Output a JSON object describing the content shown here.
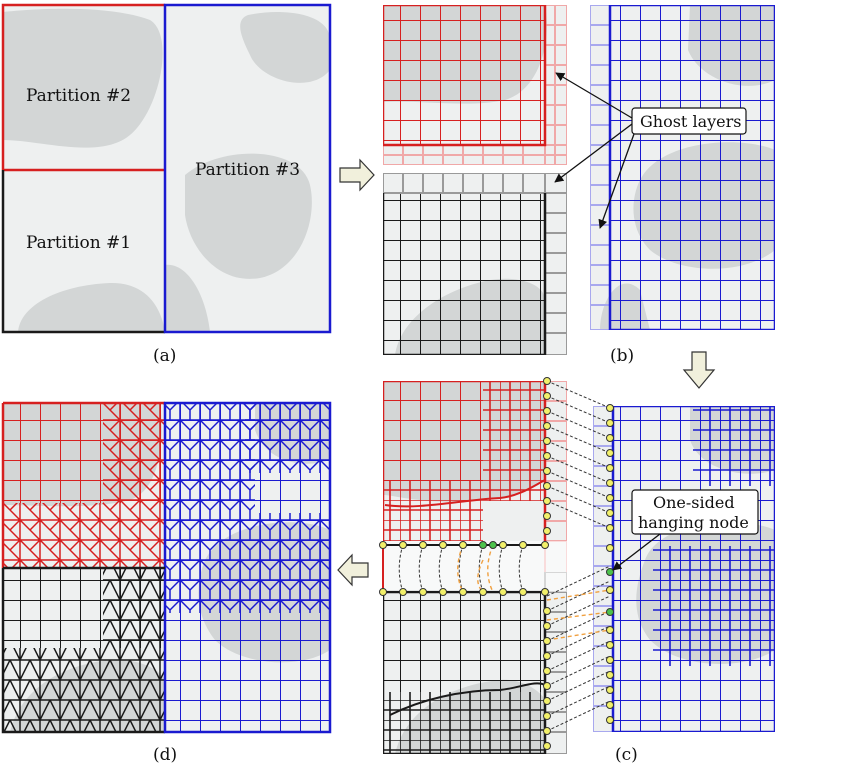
{
  "panel_a": {
    "partition_2": "Partition #2",
    "partition_3": "Partition #3",
    "partition_1": "Partition #1",
    "caption": "(a)"
  },
  "panel_b": {
    "ghost_label": "Ghost layers",
    "caption": "(b)"
  },
  "panel_c": {
    "hanging_line1": "One-sided",
    "hanging_line2": "hanging node",
    "caption": "(c)"
  },
  "panel_d": {
    "caption": "(d)"
  },
  "colors": {
    "partition_1": "#1a1a1a",
    "partition_2": "#d62020",
    "partition_3": "#1a1ad0",
    "region_fill": "#d3d6d6",
    "background_fill": "#eef0f0",
    "ghost_red": "#f0a8a8",
    "ghost_black": "#9a9a9a",
    "ghost_blue": "#a8a8ee",
    "hanging_node": "#f2f06a",
    "hanging_node_green": "#4cc24c",
    "dashed_orange": "#f0a040"
  }
}
